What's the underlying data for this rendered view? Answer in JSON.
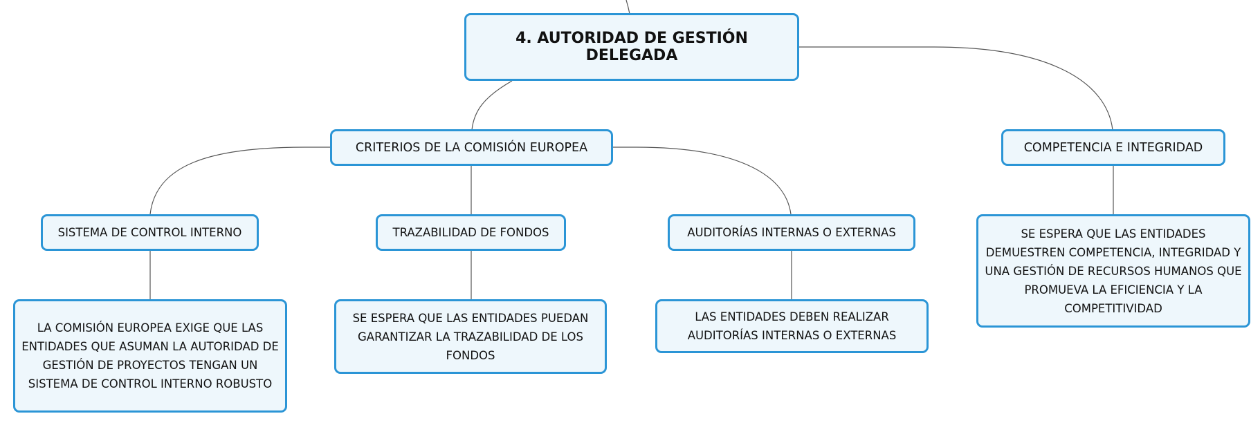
{
  "root": {
    "label": "4. AUTORIDAD DE GESTIÓN DELEGADA"
  },
  "branches": [
    {
      "label": "CRITERIOS DE LA COMISIÓN EUROPEA",
      "children": [
        {
          "label": "SISTEMA DE CONTROL INTERNO",
          "detail": "LA COMISIÓN EUROPEA EXIGE QUE LAS ENTIDADES QUE ASUMAN LA AUTORIDAD DE GESTIÓN DE PROYECTOS TENGAN UN SISTEMA DE CONTROL INTERNO ROBUSTO"
        },
        {
          "label": "TRAZABILIDAD DE FONDOS",
          "detail": "SE ESPERA QUE LAS ENTIDADES PUEDAN GARANTIZAR LA TRAZABILIDAD DE LOS FONDOS"
        },
        {
          "label": "AUDITORÍAS INTERNAS O EXTERNAS",
          "detail": "LAS ENTIDADES DEBEN REALIZAR AUDITORÍAS INTERNAS O EXTERNAS"
        }
      ]
    },
    {
      "label": "COMPETENCIA E INTEGRIDAD",
      "detail": "SE ESPERA QUE LAS ENTIDADES DEMUESTREN COMPETENCIA, INTEGRIDAD Y UNA GESTIÓN DE RECURSOS HUMANOS QUE PROMUEVA LA EFICIENCIA Y LA COMPETITIVIDAD"
    }
  ],
  "colors": {
    "node_fill": "#eef7fc",
    "node_border": "#2b95d6",
    "connector": "#555555"
  }
}
